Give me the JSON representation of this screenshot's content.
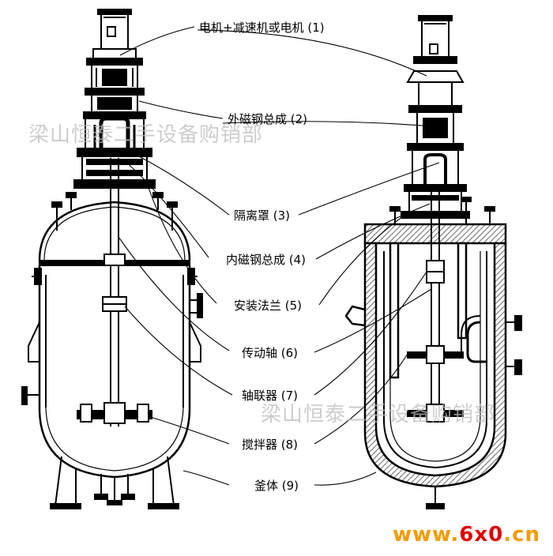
{
  "labels": [
    "电机+减速机或电机 (1)",
    "外磁钢总成 (2)",
    "隔离罩 (3)",
    "内磁钢总成 (4)",
    "安装法兰 (5)",
    "传动轴 (6)",
    "轴联器 (7)",
    "搅拌器 (8)",
    "釜体 (9)"
  ],
  "watermarks": [
    "梁山恒泰二手设备购销部",
    "梁山恒泰二手设备购销部"
  ],
  "brand": {
    "part1": "www.",
    "part2": "6x0",
    "part3": ".cn"
  },
  "colors": {
    "line": "#000000",
    "hatch": "#555555",
    "watermark": "#bdbdbd",
    "brand_orange": "#f59a00",
    "brand_red": "#e00000"
  }
}
